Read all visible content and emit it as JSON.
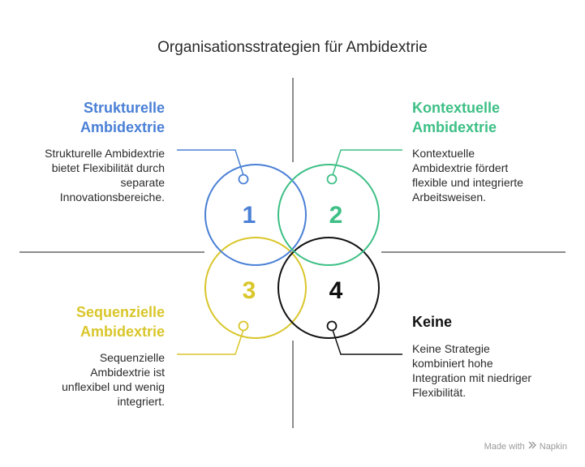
{
  "title": "Organisationsstrategien für Ambidextrie",
  "colors": {
    "blue": "#4a80d6",
    "green": "#3dbf85",
    "yellow": "#d9c62a",
    "black": "#111111",
    "gray": "#666666"
  },
  "quadrants": [
    {
      "number": "1",
      "heading": "Strukturelle\nAmbidextrie",
      "description": "Strukturelle Ambidextrie\nbietet Flexibilität durch\nseparate\nInnovationsbereiche."
    },
    {
      "number": "2",
      "heading": "Kontextuelle\nAmbidextrie",
      "description": "Kontextuelle\nAmbidextrie fördert\nflexible und integrierte\nArbeitsweisen."
    },
    {
      "number": "3",
      "heading": "Sequenzielle\nAmbidextrie",
      "description": "Sequenzielle\nAmbidextrie ist\nunflexibel und wenig\nintegriert."
    },
    {
      "number": "4",
      "heading": "Keine",
      "description": "Keine Strategie\nkombiniert hohe\nIntegration mit niedriger\nFlexibilität."
    }
  ],
  "footer": {
    "made_with": "Made with",
    "brand": "Napkin",
    "icon": "napkin-logo-icon"
  }
}
